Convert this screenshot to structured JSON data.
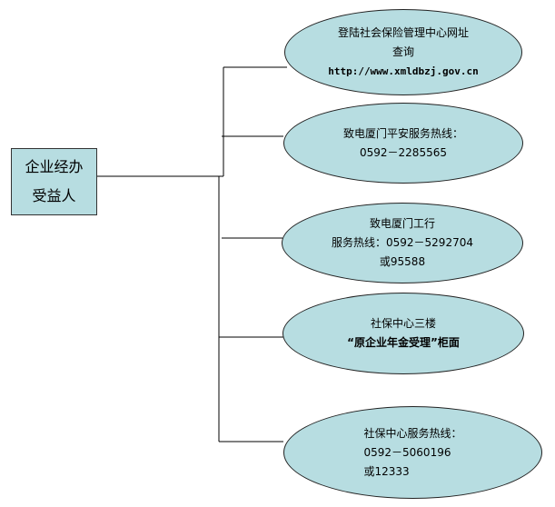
{
  "source_box": {
    "lines": [
      "企业经办",
      "受益人"
    ]
  },
  "nodes": [
    {
      "id": "website",
      "lines": [
        "登陆社会保险管理中心网址",
        "查询",
        "http://www.xmldbzj.gov.cn"
      ]
    },
    {
      "id": "ping-an",
      "lines": [
        "致电厦门平安服务热线：",
        "0592－2285565"
      ]
    },
    {
      "id": "icbc",
      "lines": [
        "致电厦门工行",
        "服务热线：0592－5292704",
        "或95588"
      ]
    },
    {
      "id": "third-floor",
      "lines": [
        "社保中心三楼",
        "“原企业年金受理”柜面"
      ]
    },
    {
      "id": "hotline",
      "lines": [
        "社保中心服务热线：",
        "0592－5060196",
        "或12333"
      ]
    }
  ]
}
